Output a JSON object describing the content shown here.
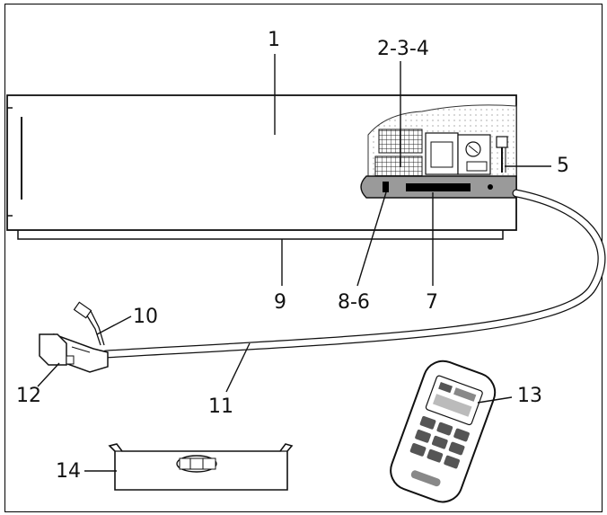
{
  "labels": {
    "l1": "1",
    "l2": "2-3-4",
    "l5": "5",
    "l7": "7",
    "l86": "8-6",
    "l9": "9",
    "l10": "10",
    "l11": "11",
    "l12": "12",
    "l13": "13",
    "l14": "14"
  },
  "colors": {
    "line": "#111111",
    "unit_fill": "#ffffff",
    "panel_fill": "#9a9a9a",
    "dark": "#000000"
  }
}
